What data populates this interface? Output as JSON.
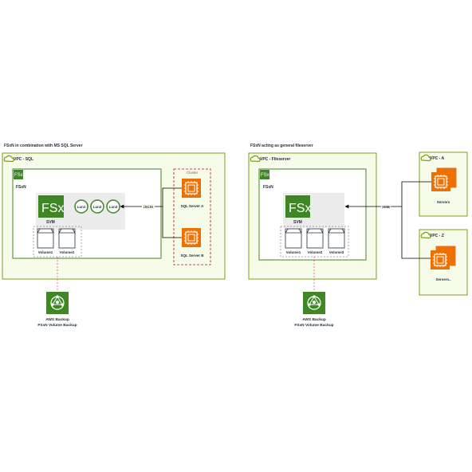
{
  "left": {
    "title": "FSxN in combination with MS SQL Server",
    "vpc_label": "VPC - SQL",
    "fsxn_label": "FSxN",
    "fsx_logo_text": "FSx",
    "svm_label": "SVM",
    "luns": [
      "Lun1",
      "Lun2",
      "Lun3"
    ],
    "volumes": [
      "Volume1",
      "Volume2"
    ],
    "cluster_label": "Cluster",
    "sql_server_a": "SQL Server A",
    "sql_server_b": "SQL Server B",
    "protocol": "iSCSI",
    "backup_line1": "AWS Backup",
    "backup_line2": "FSxN Volume Backup"
  },
  "right": {
    "title": "FSxN acting as general fileserver",
    "vpc_label": "VPC - Fileserver",
    "fsxn_label": "FSxN",
    "fsx_logo_text": "FSx",
    "svm_label": "SVM",
    "volumes": [
      "Volume1",
      "Volume2",
      "Volume3"
    ],
    "protocol": "SMB",
    "vpc_a_label": "VPC - A",
    "vpc_a_servers": "Servers",
    "vpc_z_label": "VPC - Z",
    "vpc_z_servers": "Servers..",
    "backup_line1": "AWS Backup",
    "backup_line2": "FSxN Volume Backup"
  },
  "colors": {
    "vpc_border": "#7aa116",
    "vpc_fill": "#f7fbe9",
    "fsx_green": "#3f8624",
    "ec2_orange": "#ed7100",
    "svm_grey": "#ececec",
    "cluster_red": "#bf0816",
    "backup_pink": "#e7157b"
  },
  "icons": {
    "vpc": "cloud-lock-icon",
    "fsx": "fsx-icon",
    "ec2": "ec2-chip-icon",
    "volume": "volume-icon",
    "backup": "aws-backup-icon"
  }
}
